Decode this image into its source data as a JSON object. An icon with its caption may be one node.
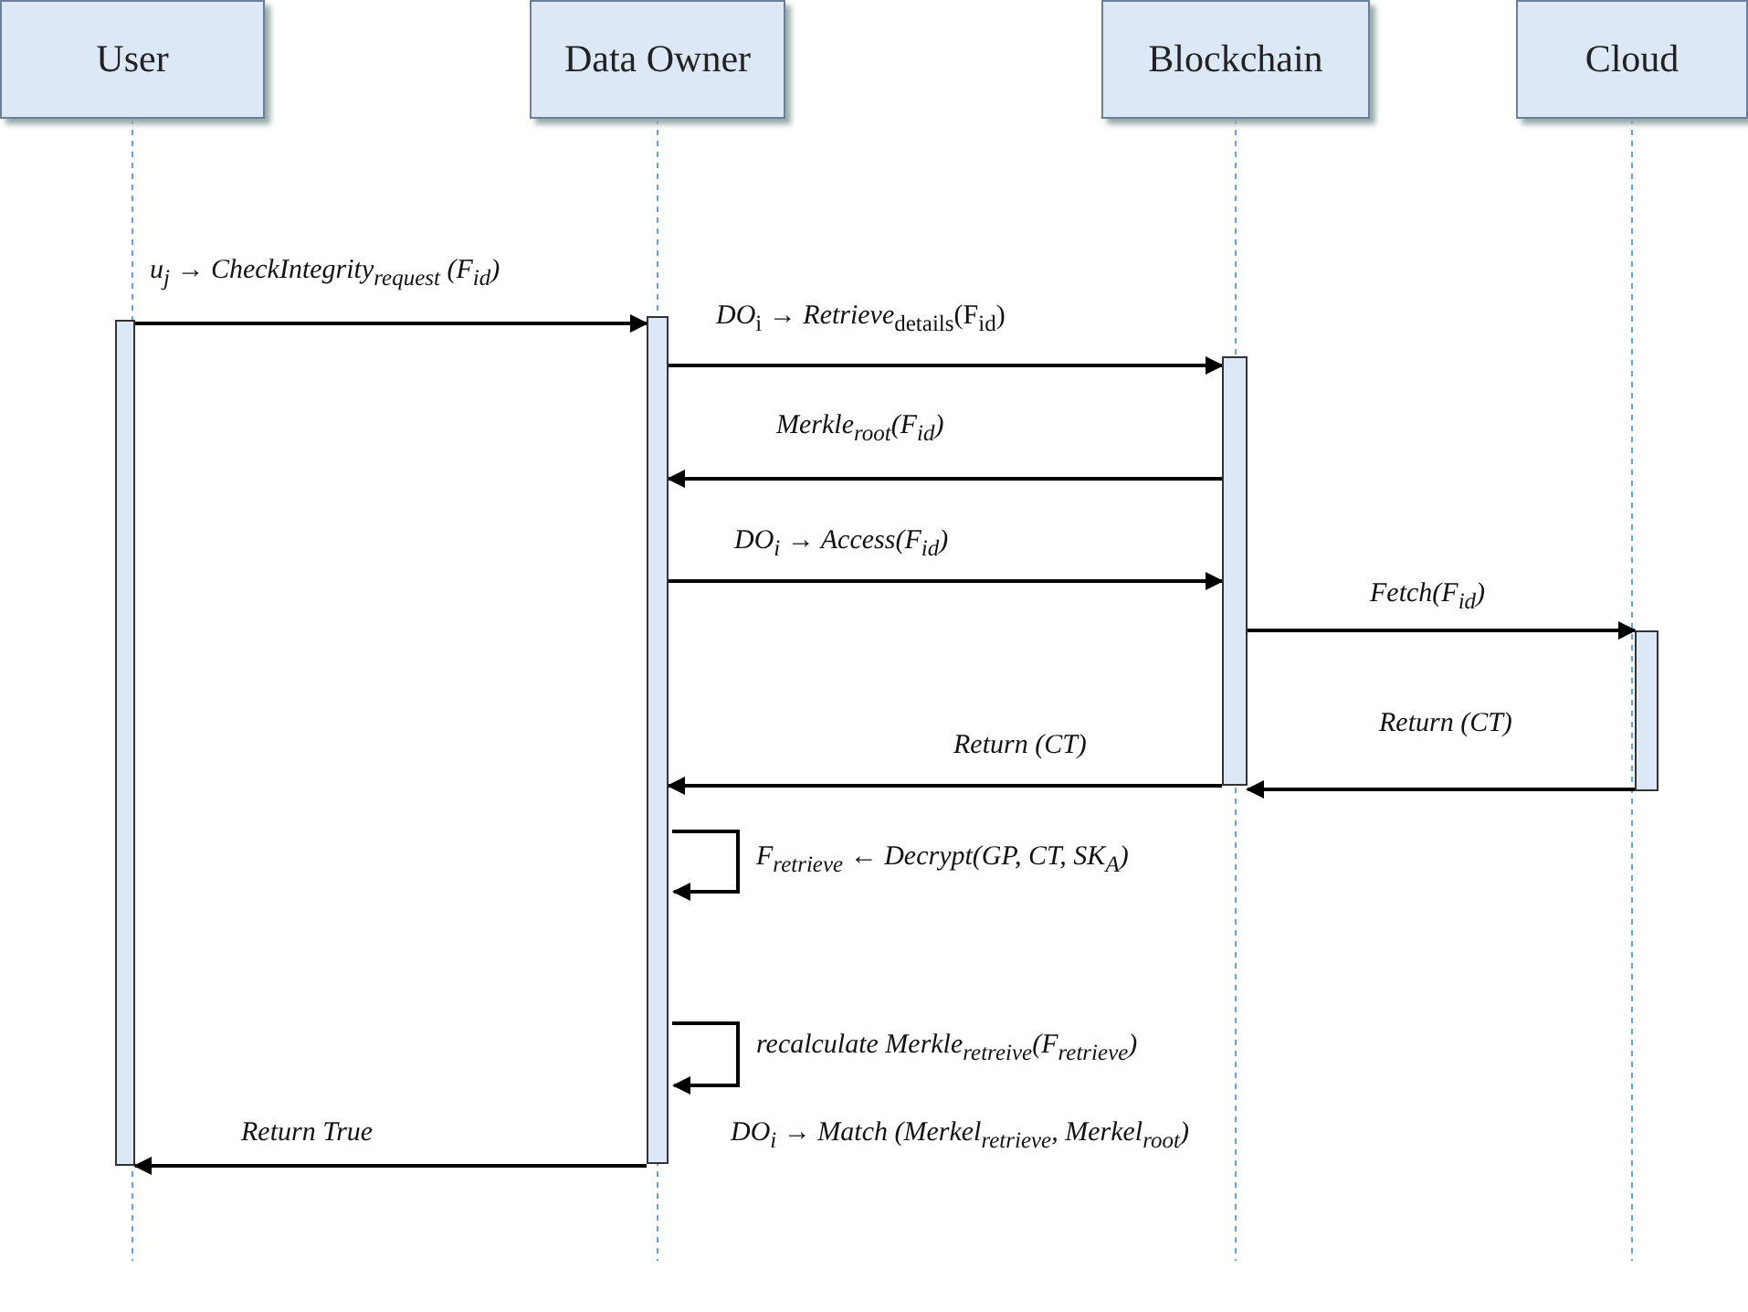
{
  "diagram": {
    "nodes": [
      {
        "text": [
          "User"
        ]
      },
      {
        "text": [
          "Data Owner"
        ]
      },
      {
        "text": [
          "Blockchain"
        ]
      },
      {
        "text": [
          "Cloud"
        ]
      },
      {
        "text": [],
        "shape": "bar"
      },
      {
        "text": [],
        "shape": "bar"
      },
      {
        "text": [],
        "shape": "bar"
      },
      {
        "text": [],
        "shape": "bar"
      }
    ],
    "edges": [
      {
        "from": 4,
        "to": 5,
        "arrow": "to",
        "label": "u$_{j}$ → CheckIntegrity$_{request}$ (F$_{id}$)"
      },
      {
        "from": 5,
        "to": 6,
        "arrow": "to",
        "label": "*DO*$_{i}$ → *Retrieve*$_{details}$(F$_{id}$)"
      },
      {
        "from": 6,
        "to": 5,
        "arrow": "to",
        "label": "Merkle$_{root}$(F$_{id}$)"
      },
      {
        "from": 5,
        "to": 6,
        "arrow": "to",
        "label": "DO$_{i}$ → Access(F$_{id}$)"
      },
      {
        "from": 6,
        "to": 7,
        "arrow": "to",
        "label": "Fetch(F$_{id}$)"
      },
      {
        "from": 7,
        "to": 6,
        "arrow": "to",
        "label": "Return (CT)"
      },
      {
        "from": 6,
        "to": 5,
        "arrow": "to",
        "label": "Return (CT)"
      },
      {
        "from": 5,
        "to": 5,
        "arrow": "to",
        "label": "F$_{retrieve}$ ← Decrypt(GP, CT, SK$_{A}$)"
      },
      {
        "from": 5,
        "to": 5,
        "arrow": "to",
        "label": "recalculate Merkle$_{retreive}$(F$_{retrieve}$)"
      },
      {
        "from": 5,
        "to": 4,
        "arrow": "to",
        "label": "Return True"
      }
    ],
    "labels": [
      "DO$_{i}$ → Match (Merkel$_{retrieve}$, Merkel$_{root}$)"
    ]
  }
}
